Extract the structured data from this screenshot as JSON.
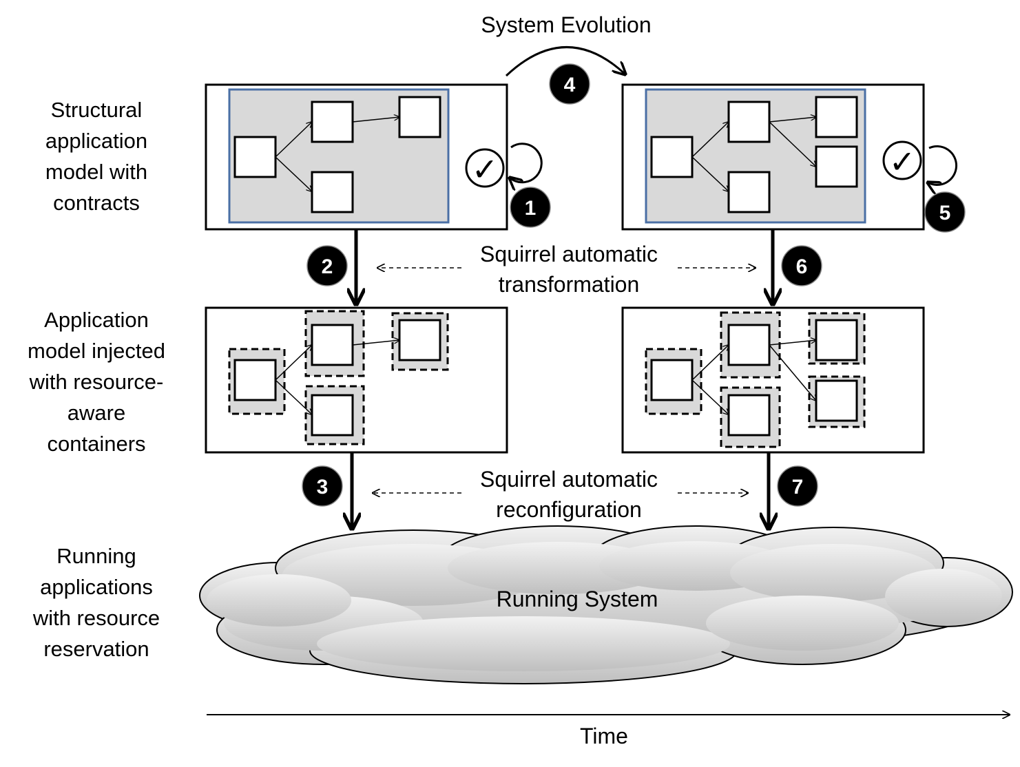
{
  "title": "System Evolution",
  "row_labels": {
    "structural": [
      "Structural",
      "application",
      "model with",
      "contracts"
    ],
    "injected": [
      "Application",
      "model injected",
      "with resource-",
      "aware",
      "containers"
    ],
    "running": [
      "Running",
      "applications",
      "with resource",
      "reservation"
    ]
  },
  "transformation_label": [
    "Squirrel automatic",
    "transformation"
  ],
  "reconfiguration_label": [
    "Squirrel automatic",
    "reconfiguration"
  ],
  "running_system_label": "Running System",
  "time_label": "Time",
  "check_glyph": "✓",
  "step_numbers": [
    "1",
    "2",
    "3",
    "4",
    "5",
    "6",
    "7"
  ],
  "colors": {
    "model_fill": "#d9d9d9",
    "model_border": "#4a6fa5",
    "container_fill": "#d9d9d9",
    "cloud_fill": "#d6d6d6",
    "badge_fill": "#000000"
  }
}
